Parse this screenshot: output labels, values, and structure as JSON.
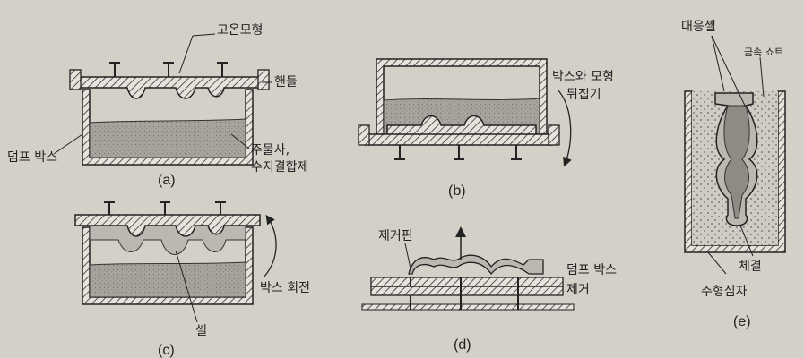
{
  "labels": {
    "a": {
      "pattern": "고온모형",
      "handle": "핸들",
      "dump_box": "덤프 박스",
      "sand_line1": "주물사,",
      "sand_line2": "수지결합제",
      "caption": "(a)"
    },
    "b": {
      "flip_line1": "박스와 모형",
      "flip_line2": "뒤집기",
      "caption": "(b)"
    },
    "c": {
      "rotate": "박스 회전",
      "shell": "셸",
      "caption": "(c)"
    },
    "d": {
      "eject_pin": "제거핀",
      "remove_line1": "덤프 박스",
      "remove_line2": "제거",
      "caption": "(d)"
    },
    "e": {
      "mating_shell": "대응셸",
      "metal_shot": "금속 쇼트",
      "sprue": "체결",
      "flask": "주형심자",
      "caption": "(e)"
    }
  },
  "colors": {
    "ink": "#2a2a2a",
    "sand": "#a9a6a0",
    "paper": "#d3d0c8"
  }
}
